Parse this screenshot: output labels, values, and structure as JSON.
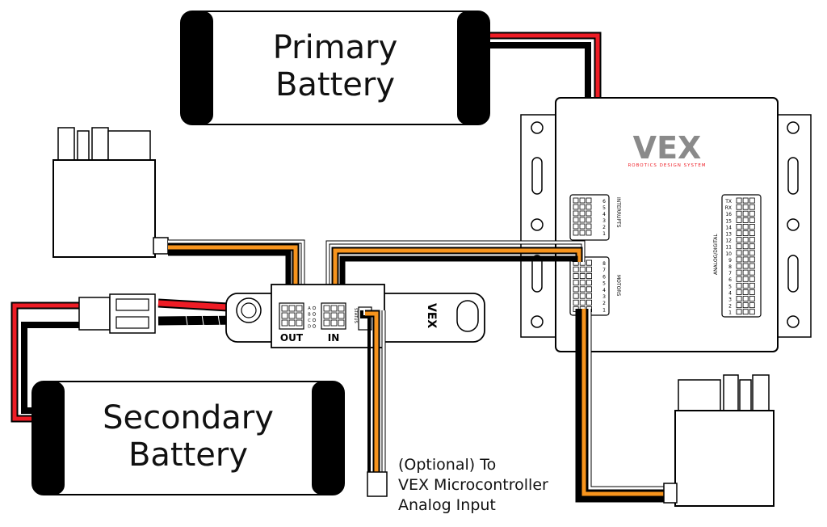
{
  "diagram": {
    "primary_battery": {
      "line1": "Primary",
      "line2": "Battery"
    },
    "secondary_battery": {
      "line1": "Secondary",
      "line2": "Battery"
    },
    "microcontroller": {
      "logo": "VEX",
      "subtitle": "ROBOTICS DESIGN SYSTEM",
      "interrupts_label": "INTERRUPTS",
      "interrupt_pins": [
        "6",
        "5",
        "4",
        "3",
        "2",
        "1"
      ],
      "motors_label": "MOTORS",
      "motor_pins": [
        "8",
        "7",
        "6",
        "5",
        "4",
        "3",
        "2",
        "1"
      ],
      "analog_label": "ANALOG/DIGITAL",
      "analog_pins": [
        "TX",
        "RX",
        "16",
        "15",
        "14",
        "13",
        "12",
        "11",
        "10",
        "9",
        "8",
        "7",
        "6",
        "5",
        "4",
        "3",
        "2",
        "1"
      ]
    },
    "power_expander": {
      "out_label": "OUT",
      "in_label": "IN",
      "status_label": "STATUS",
      "channel_labels": [
        "A",
        "B",
        "C",
        "D"
      ],
      "logo": "VEX"
    },
    "optional_note": {
      "line1": "(Optional) To",
      "line2": "VEX Microcontroller",
      "line3": "Analog Input"
    },
    "colors": {
      "red": "#ee1c25",
      "black": "#000000",
      "orange": "#f7941d",
      "white": "#ffffff",
      "logo_grey": "#8a8a8a",
      "logo_red": "#ee1c25"
    }
  }
}
